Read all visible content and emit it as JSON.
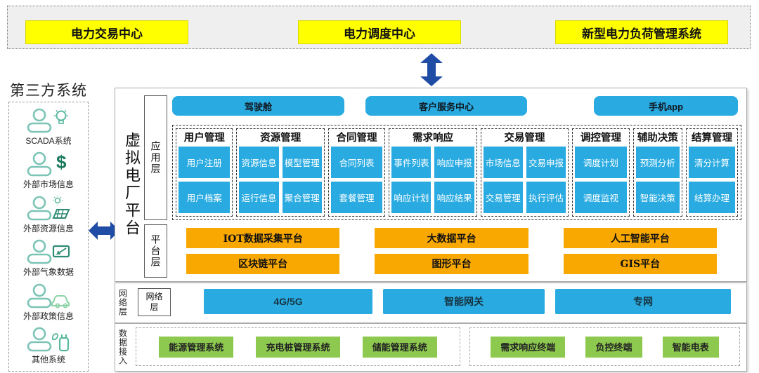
{
  "top_bar": {
    "items": [
      "电力交易中心",
      "电力调度中心",
      "新型电力负荷管理系统"
    ]
  },
  "sidebar": {
    "title": "第三方系统",
    "items": [
      {
        "label": "SCADA系统",
        "icon": "person-lightbulb-icon"
      },
      {
        "label": "外部市场信息",
        "icon": "person-dollar-icon"
      },
      {
        "label": "外部资源信息",
        "icon": "person-solar-icon"
      },
      {
        "label": "外部气象数据",
        "icon": "person-weather-data-icon"
      },
      {
        "label": "外部政策信息",
        "icon": "person-car-icon"
      },
      {
        "label": "其他系统",
        "icon": "person-charging-icon"
      }
    ]
  },
  "platform": {
    "title": "虚拟电厂平台",
    "layers": {
      "application": {
        "label": "应用层",
        "portals": [
          "驾驶舱",
          "客户服务中心",
          "手机app"
        ],
        "modules": [
          {
            "header": "用户管理",
            "items": [
              "用户注册",
              "用户档案"
            ]
          },
          {
            "header": "资源管理",
            "items": [
              "资源信息",
              "模型管理",
              "运行信息",
              "聚合管理"
            ]
          },
          {
            "header": "合同管理",
            "items": [
              "合同列表",
              "套餐管理"
            ]
          },
          {
            "header": "需求响应",
            "items": [
              "事件列表",
              "响应申报",
              "响应计划",
              "响应结果"
            ]
          },
          {
            "header": "交易管理",
            "items": [
              "市场信息",
              "交易申报",
              "交易管理",
              "执行评估"
            ]
          },
          {
            "header": "调控管理",
            "items": [
              "调度计划",
              "调度监视"
            ]
          },
          {
            "header": "辅助决策",
            "items": [
              "预测分析",
              "智能决策"
            ]
          },
          {
            "header": "结算管理",
            "items": [
              "清分计算",
              "结算办理"
            ]
          }
        ]
      },
      "platform_layer": {
        "label": "平台层",
        "items": [
          "IOT数据采集平台",
          "大数据平台",
          "人工智能平台",
          "区块链平台",
          "图形平台",
          "GIS平台"
        ]
      },
      "network": {
        "label": "网络层",
        "items": [
          "4G/5G",
          "智能网关",
          "专网"
        ]
      },
      "data_access": {
        "label": "数据接入",
        "groups": [
          [
            "能源管理系统",
            "充电桩管理系统",
            "储能管理系统"
          ],
          [
            "需求响应终端",
            "负控终端",
            "智能电表"
          ]
        ]
      }
    }
  },
  "colors": {
    "blue": "#29abe2",
    "orange": "#f9a801",
    "green": "#8dc84f",
    "yellow": "#ffff00",
    "arrow_blue": "#1f4ca5",
    "icon_teal": "#7cc5b6",
    "top_bar_bg": "#efefef"
  }
}
